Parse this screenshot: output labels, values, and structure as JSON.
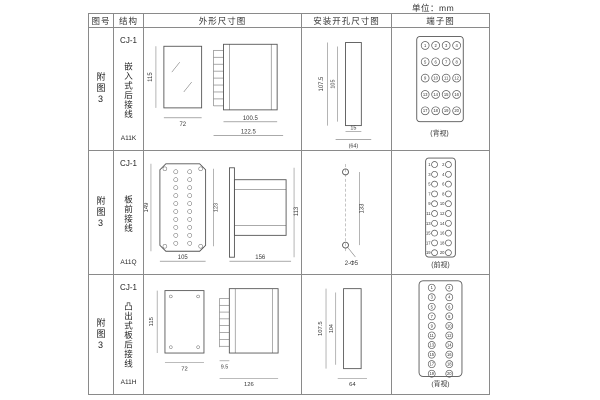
{
  "unit_label": "单位：mm",
  "table": {
    "headers": {
      "fig": "图号",
      "structure": "结构",
      "outline": "外形尺寸图",
      "mounting": "安装开孔尺寸图",
      "terminal": "端子图"
    }
  },
  "rows": [
    {
      "fig_no": "附图3",
      "model": "CJ-1",
      "structure_desc": "嵌入式后接线",
      "code": "A11K",
      "outline": {
        "height": "115",
        "width": "72",
        "body": "100.5",
        "total": "122.5"
      },
      "mounting": {
        "h1": "107.5",
        "h2": "105",
        "w1": "15",
        "w2": "(64)"
      },
      "terminal": {
        "view": "(背视)",
        "numbers": [
          "1",
          "2",
          "3",
          "4",
          "5",
          "6",
          "7",
          "8",
          "9",
          "10",
          "11",
          "12",
          "13",
          "14",
          "15",
          "16",
          "17",
          "18",
          "19",
          "20"
        ]
      }
    },
    {
      "fig_no": "附图3",
      "model": "CJ-1",
      "structure_desc": "板前接线",
      "code": "A11Q",
      "outline": {
        "height": "149",
        "inner": "123",
        "width": "105",
        "length": "156",
        "side_h": "113"
      },
      "mounting": {
        "dim": "133",
        "holes": "2-Φ5"
      },
      "terminal": {
        "view": "(前视)",
        "numbers": [
          "1",
          "2",
          "3",
          "4",
          "5",
          "6",
          "7",
          "8",
          "9",
          "10",
          "11",
          "12",
          "13",
          "14",
          "15",
          "16",
          "17",
          "18",
          "19",
          "20"
        ]
      }
    },
    {
      "fig_no": "附图3",
      "model": "CJ-1",
      "structure_desc": "凸出式板后接线",
      "code": "A11H",
      "outline": {
        "height": "115",
        "width": "72",
        "pin": "9.5",
        "total": "126"
      },
      "mounting": {
        "h1": "107.5",
        "h2": "104",
        "w1": "64"
      },
      "terminal": {
        "view": "(背视)",
        "numbers": [
          "1",
          "2",
          "3",
          "4",
          "5",
          "6",
          "7",
          "8",
          "9",
          "10",
          "11",
          "12",
          "13",
          "14",
          "15",
          "16",
          "17",
          "18",
          "19",
          "20"
        ]
      }
    }
  ]
}
